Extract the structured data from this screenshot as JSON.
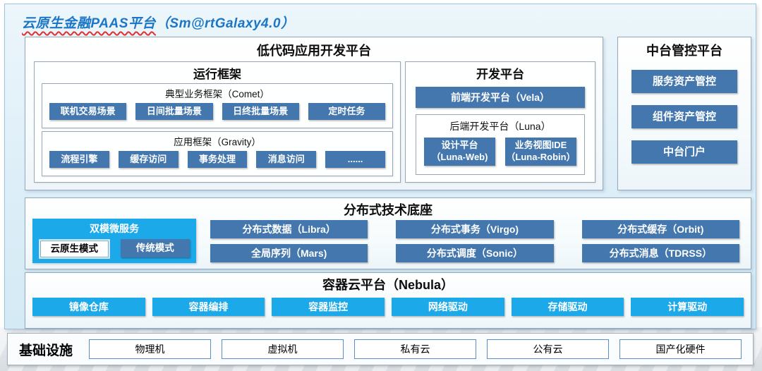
{
  "title": {
    "main": "云原生金融PAAS平台",
    "suffix": "（Sm@rtGalaxy4.0）"
  },
  "colors": {
    "accent_blue": "#4377ad",
    "accent_cyan": "#1ba9ea",
    "title_blue": "#1b76c8",
    "underline_red": "#e03030",
    "frame_bg": "#ddeef8"
  },
  "lowcode": {
    "title": "低代码应用开发平台",
    "runtime": {
      "title": "运行框架",
      "comet": {
        "title": "典型业务框架（Comet）",
        "items": [
          "联机交易场景",
          "日间批量场景",
          "日终批量场景",
          "定时任务"
        ]
      },
      "gravity": {
        "title": "应用框架（Gravity）",
        "items": [
          "流程引擎",
          "缓存访问",
          "事务处理",
          "消息访问",
          "......"
        ]
      }
    },
    "dev": {
      "title": "开发平台",
      "vela": "前端开发平台（Vela）",
      "luna": {
        "title": "后端开发平台（Luna）",
        "items": [
          {
            "line1": "设计平台",
            "line2": "（Luna-Web)"
          },
          {
            "line1": "业务视图IDE",
            "line2": "（Luna-Robin）"
          }
        ]
      }
    }
  },
  "midplatform": {
    "title": "中台管控平台",
    "items": [
      "服务资产管控",
      "组件资产管控",
      "中台门户"
    ]
  },
  "distributed": {
    "title": "分布式技术底座",
    "dualmode": {
      "title": "双模微服务",
      "cloud_native": "云原生模式",
      "traditional": "传统模式"
    },
    "items": [
      "分布式数据（Libra）",
      "分布式事务（Virgo)",
      "分布式缓存（Orbit)",
      "全局序列（Mars)",
      "分布式调度（Sonic）",
      "分布式消息（TDRSS）"
    ]
  },
  "container": {
    "title": "容器云平台（Nebula）",
    "items": [
      "镜像仓库",
      "容器编排",
      "容器监控",
      "网络驱动",
      "存储驱动",
      "计算驱动"
    ]
  },
  "infrastructure": {
    "title": "基础设施",
    "items": [
      "物理机",
      "虚拟机",
      "私有云",
      "公有云",
      "国产化硬件"
    ]
  }
}
